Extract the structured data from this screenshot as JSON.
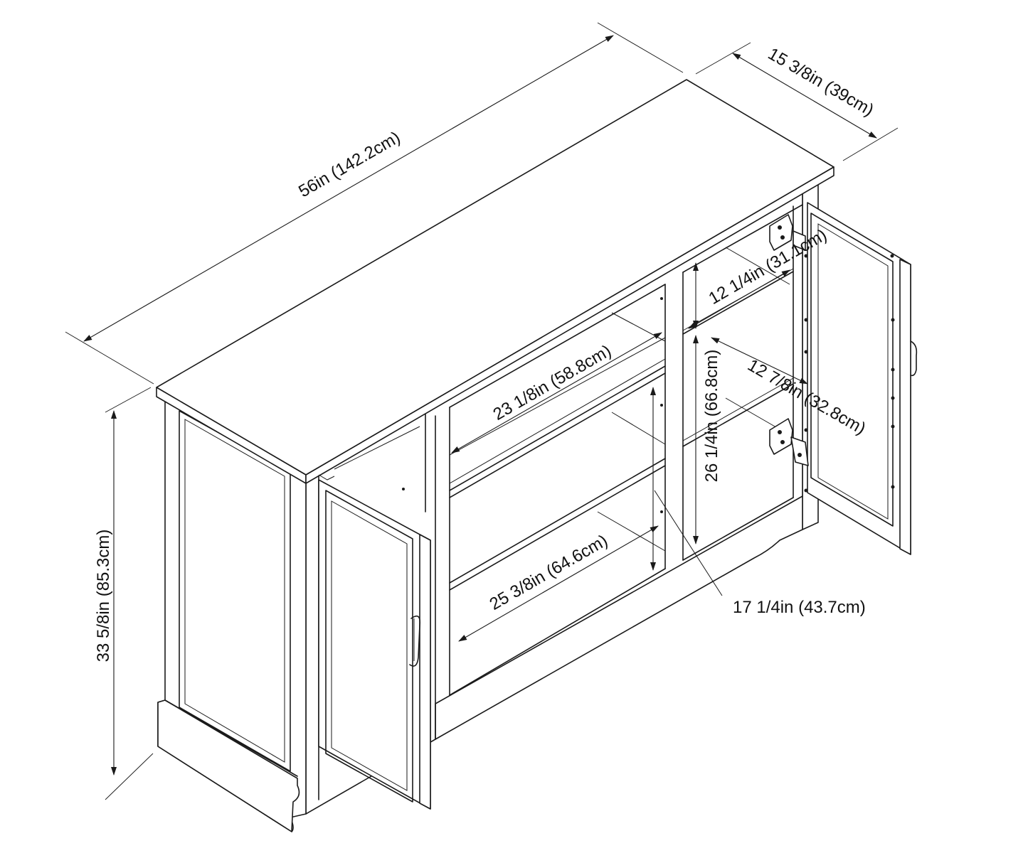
{
  "dimensions": {
    "width": "56in (142.2cm)",
    "depth": "15 3/8in (39cm)",
    "height": "33 5/8in (85.3cm)",
    "upper_shelf_width": "23 1/8in (58.8cm)",
    "lower_shelf_width": "25 3/8in (64.6cm)",
    "open_shelf_height": "17 1/4in (43.7cm)",
    "cabinet_top_height": "12 1/4in (31.1cm)",
    "cabinet_depth": "12 7/8in (32.8cm)",
    "cabinet_height": "26 1/4in (66.8cm)"
  },
  "colors": {
    "line": "#1a1a1a",
    "background": "#ffffff"
  }
}
